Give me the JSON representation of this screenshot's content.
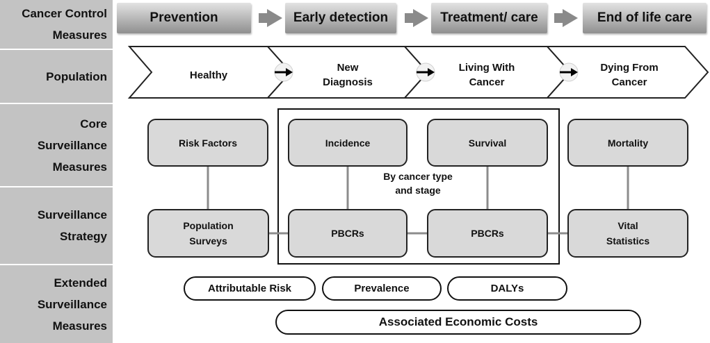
{
  "row_labels": {
    "cancer_control": "Cancer Control\nMeasures",
    "population": "Population",
    "core": "Core\nSurveillance\nMeasures",
    "strategy": "Surveillance\nStrategy",
    "extended": "Extended\nSurveillance\nMeasures"
  },
  "stages": [
    "Prevention",
    "Early detection",
    "Treatment/ care",
    "End of life care"
  ],
  "population_stages": [
    "Healthy",
    "New\nDiagnosis",
    "Living With\nCancer",
    "Dying From\nCancer"
  ],
  "core_measures": {
    "risk_factors": "Risk Factors",
    "incidence": "Incidence",
    "survival": "Survival",
    "mortality": "Mortality"
  },
  "strategies": {
    "population_surveys": "Population\nSurveys",
    "pbcrs_1": "PBCRs",
    "pbcrs_2": "PBCRs",
    "vital_statistics": "Vital\nStatistics"
  },
  "group_note": "By cancer type\nand stage",
  "extended_measures": {
    "attributable_risk": "Attributable  Risk",
    "prevalence": "Prevalence",
    "dalys": "DALYs",
    "economic_costs": "Associated Economic Costs"
  }
}
